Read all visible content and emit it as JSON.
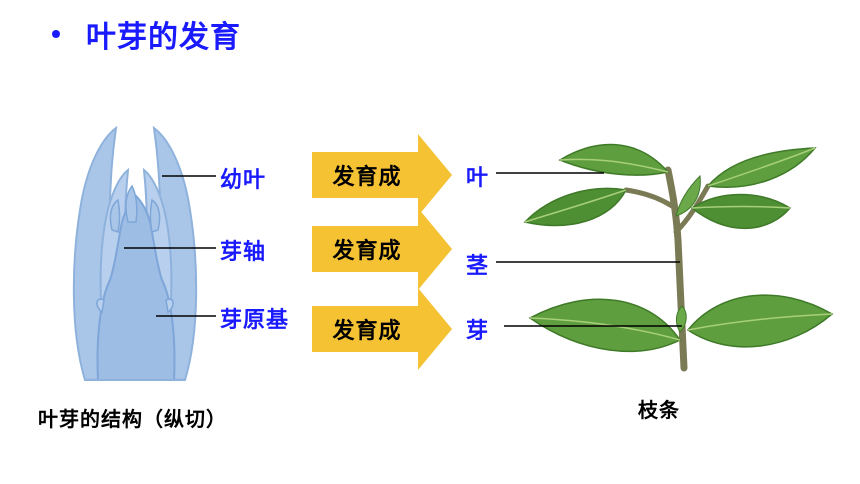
{
  "title": "叶芽的发育",
  "bud_labels": {
    "young_leaf": "幼叶",
    "bud_axis": "芽轴",
    "bud_primordium": "芽原基"
  },
  "arrows": [
    {
      "label": "发育成"
    },
    {
      "label": "发育成"
    },
    {
      "label": "发育成"
    }
  ],
  "result_labels": {
    "leaf": "叶",
    "stem": "茎",
    "bud": "芽"
  },
  "captions": {
    "left": "叶芽的结构（纵切）",
    "right": "枝条"
  },
  "colors": {
    "title": "#1a1aff",
    "arrow_fill": "#f5c233",
    "bud_fill": "#a9c6e8",
    "leaf_fill": "#5f9e3f",
    "stem": "#7a7a55"
  }
}
